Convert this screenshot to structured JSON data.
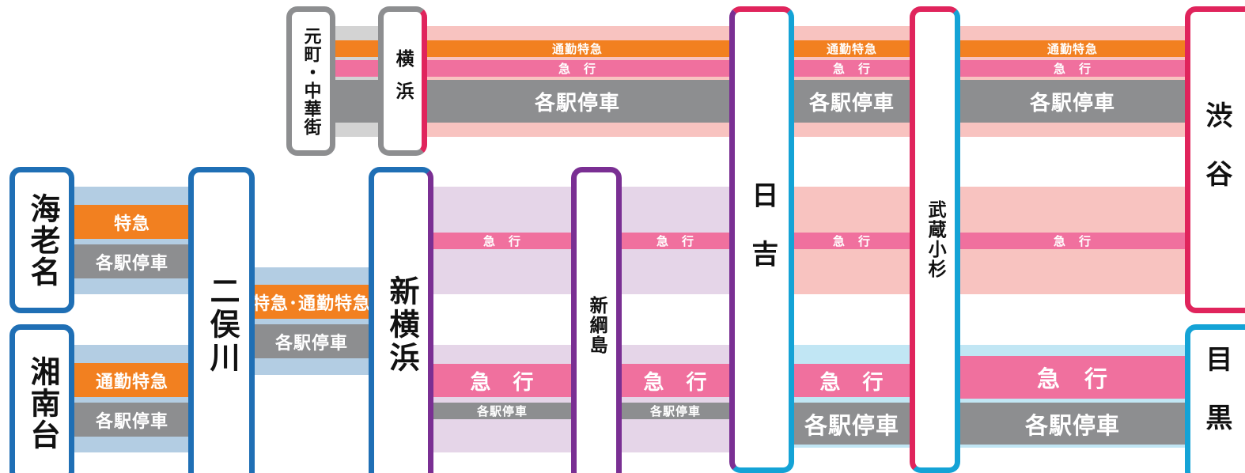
{
  "colors": {
    "tokyu_red": "#e0245c",
    "sotetsu_blue": "#1f6fb5",
    "sotetsu_purple": "#7a2f93",
    "meguro_cyan": "#14a3d6",
    "express_pink": "#f0709e",
    "commuter_orange": "#f28020",
    "local_gray": "#8d8e90"
  },
  "stations": {
    "motomachi": "元町・中華街",
    "yokohama": "横浜",
    "hiyoshi": "日吉",
    "musashikosugi": "武蔵小杉",
    "shibuya": "渋谷",
    "ebina": "海老名",
    "shonandai": "湘南台",
    "futamatagawa": "二俣川",
    "shinyokohama": "新横浜",
    "shintsunashima": "新綱島",
    "meguro": "目黒"
  },
  "services": {
    "commuter_limited_express": "通勤特急",
    "express": "急　行",
    "local": "各駅停車",
    "limited_express": "特急",
    "limited_and_commuter": "特急･通勤特急"
  }
}
